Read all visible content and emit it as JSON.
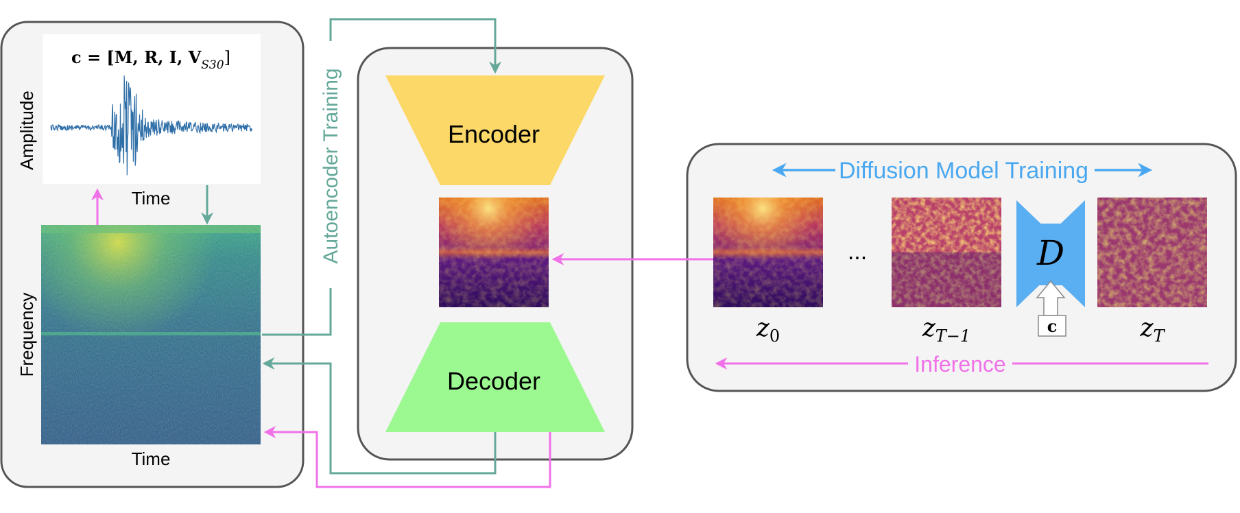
{
  "colors": {
    "teal": "#64a89a",
    "magenta": "#f071e8",
    "blue": "#4aa8f0",
    "encoder": "#fcd868",
    "decoder": "#9cf890",
    "denoiser": "#5aaef2",
    "panel_fill": "#f4f4f4",
    "panel_stroke": "#555555",
    "waveform": "#2f6fa8"
  },
  "input_panel": {
    "condition_label": "c = [M, R, I, V",
    "condition_subscript": "S30",
    "condition_close": "]",
    "amplitude_label": "Amplitude",
    "waveform_time_label": "Time",
    "frequency_label": "Frequency",
    "spectrogram_time_label": "Time"
  },
  "autoencoder": {
    "training_label": "Autoencoder Training",
    "encoder_label": "Encoder",
    "decoder_label": "Decoder"
  },
  "diffusion": {
    "training_label": "Diffusion Model Training",
    "ellipsis": "...",
    "denoiser_label": "D",
    "condition_label": "c",
    "z0": {
      "base": "z",
      "sub": "0"
    },
    "zT1": {
      "base": "z",
      "sub": "T−1"
    },
    "zT": {
      "base": "z",
      "sub": "T"
    },
    "inference_label": "Inference"
  }
}
